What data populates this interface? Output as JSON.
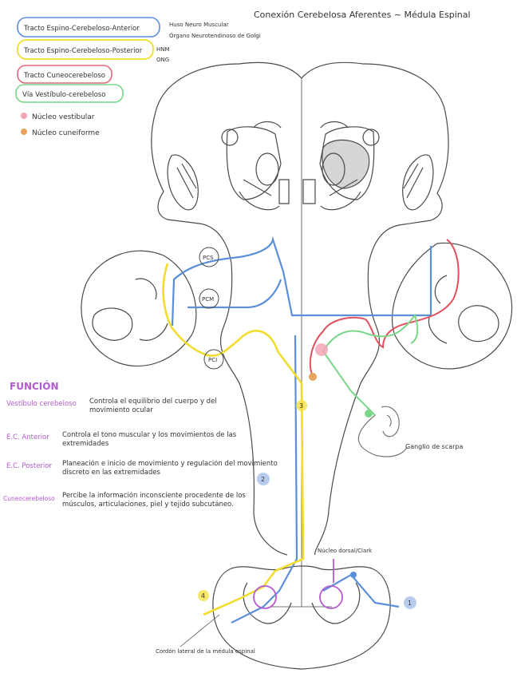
{
  "title": "Conexión Cerebelosa Aferentes ~ Médula Espinal",
  "legend": [
    {
      "label": "Tracto Espino-Cerebeloso-Anterior",
      "color": "#5b8fd9",
      "notes": [
        "Huso Neuro Muscular",
        "Órgano Neurotendinoso de Golgi"
      ]
    },
    {
      "label": "Tracto Espino-Cerebeloso-Posterior",
      "color": "#f2dd2e",
      "notes": [
        "HNM",
        "ONG"
      ]
    },
    {
      "label": "Tracto Cuneocerebeloso",
      "color": "#e36a7a",
      "notes": []
    },
    {
      "label": "Vía Vestíbulo-cerebeloso",
      "color": "#7bd68a",
      "notes": []
    }
  ],
  "nuclei": [
    {
      "label": "Núcleo vestibular",
      "color": "#f2a6b4"
    },
    {
      "label": "Núcleo cuneiforme",
      "color": "#e8a35a"
    }
  ],
  "labels": {
    "pcs": "PCS",
    "pcm": "PCM",
    "pci": "PCI",
    "scarpa": "Ganglio de scarpa",
    "clark": "Núcleo dorsal/Clark",
    "cordon": "Cordón lateral de la médula espinal",
    "num1": "1",
    "num2": "2",
    "num3": "3",
    "num4": "4"
  },
  "funcion": {
    "heading": "FUNCIÓN",
    "items": [
      {
        "term": "Vestíbulo cerebeloso",
        "desc": "Controla el equilibrio del cuerpo y del movimiento ocular"
      },
      {
        "term": "E.C. Anterior",
        "desc": "Controla el tono muscular y los movimientos de las extremidades"
      },
      {
        "term": "E.C. Posterior",
        "desc": "Planeación e inicio de movimiento y regulación del movimiento discreto en las extremidades"
      },
      {
        "term": "Cuneocerebeloso",
        "desc": "Percibe la información inconsciente procedente de los músculos, articulaciones, piel y tejido subcutáneo."
      }
    ]
  },
  "colors": {
    "blue": "#5b8fd9",
    "yellow": "#f2dd2e",
    "red": "#e3505e",
    "green": "#7bd68a",
    "purple": "#b45ad0",
    "outline": "#4a4a4a",
    "funcion_term": "#b45ad0"
  }
}
